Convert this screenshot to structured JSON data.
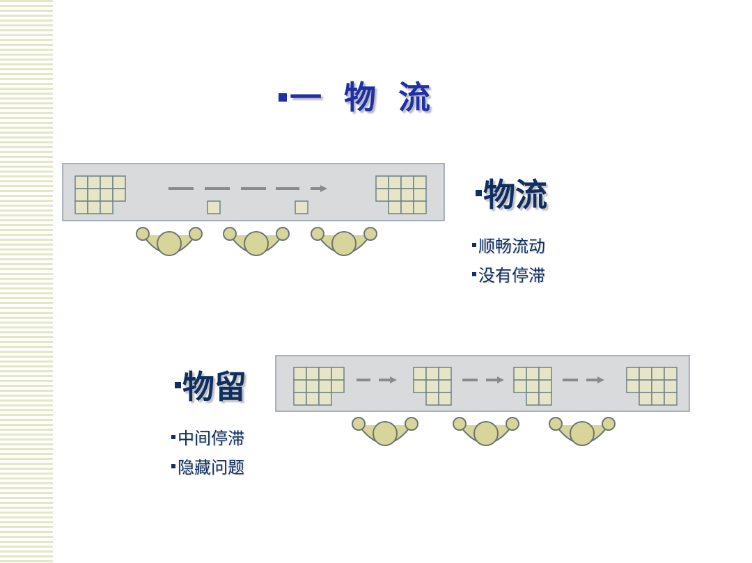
{
  "title": {
    "text": "一 物 流"
  },
  "flow_section": {
    "heading": "物流",
    "points": [
      "顺畅流动",
      "没有停滞"
    ]
  },
  "stagnant_section": {
    "heading": "物留",
    "points": [
      "中间停滞",
      "隐藏问题"
    ]
  },
  "colors": {
    "title_blue": "#1f2fa8",
    "heading_navy": "#0f2f63",
    "panel_gray": "#d9dadb",
    "panel_border": "#8a9bb0",
    "box_fill": "#e6e5c8",
    "box_border": "#6f8088",
    "worker_fill": "#d8d59a",
    "worker_border": "#6b7574",
    "arrow_gray": "#8a8a8a",
    "stripe": "#e3e7c6"
  }
}
